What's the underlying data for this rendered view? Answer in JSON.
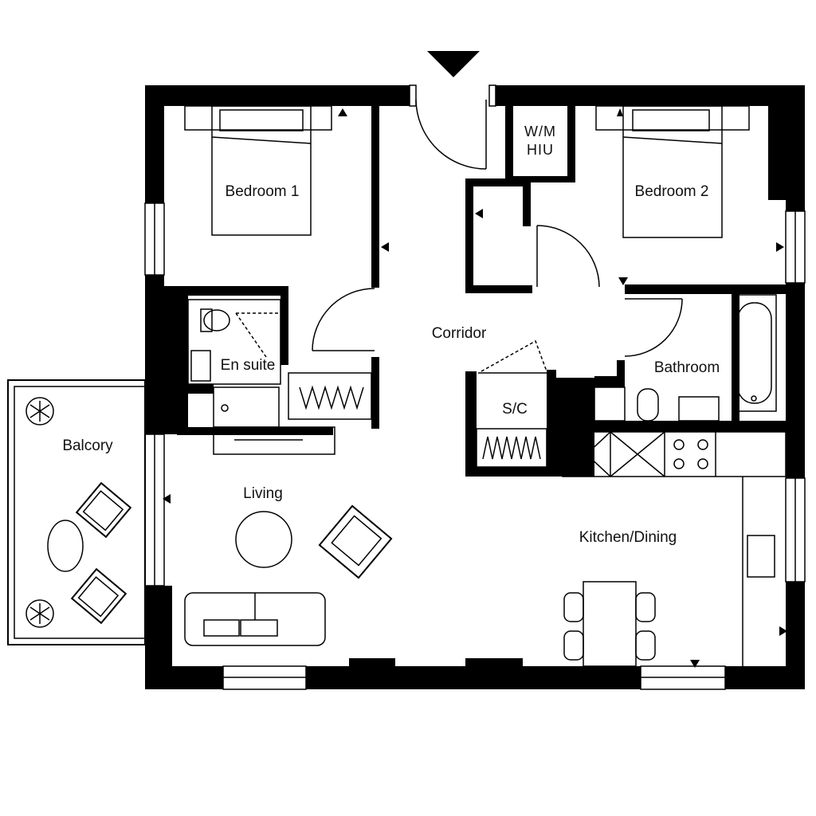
{
  "plan": {
    "rooms": {
      "bedroom_1": "Bedroom 1",
      "bedroom_2": "Bedroom 2",
      "corridor": "Corridor",
      "en_suite": "En suite",
      "bathroom": "Bathroom",
      "sc": "S/C",
      "wm": "W/M",
      "hiu": "HIU",
      "balcony": "Balcory",
      "living": "Living",
      "kitchen_dining": "Kitchen/Dining"
    },
    "colors": {
      "walls": "#000000",
      "floor": "#ffffff"
    },
    "entrance_marker": "triangle-down-icon"
  }
}
